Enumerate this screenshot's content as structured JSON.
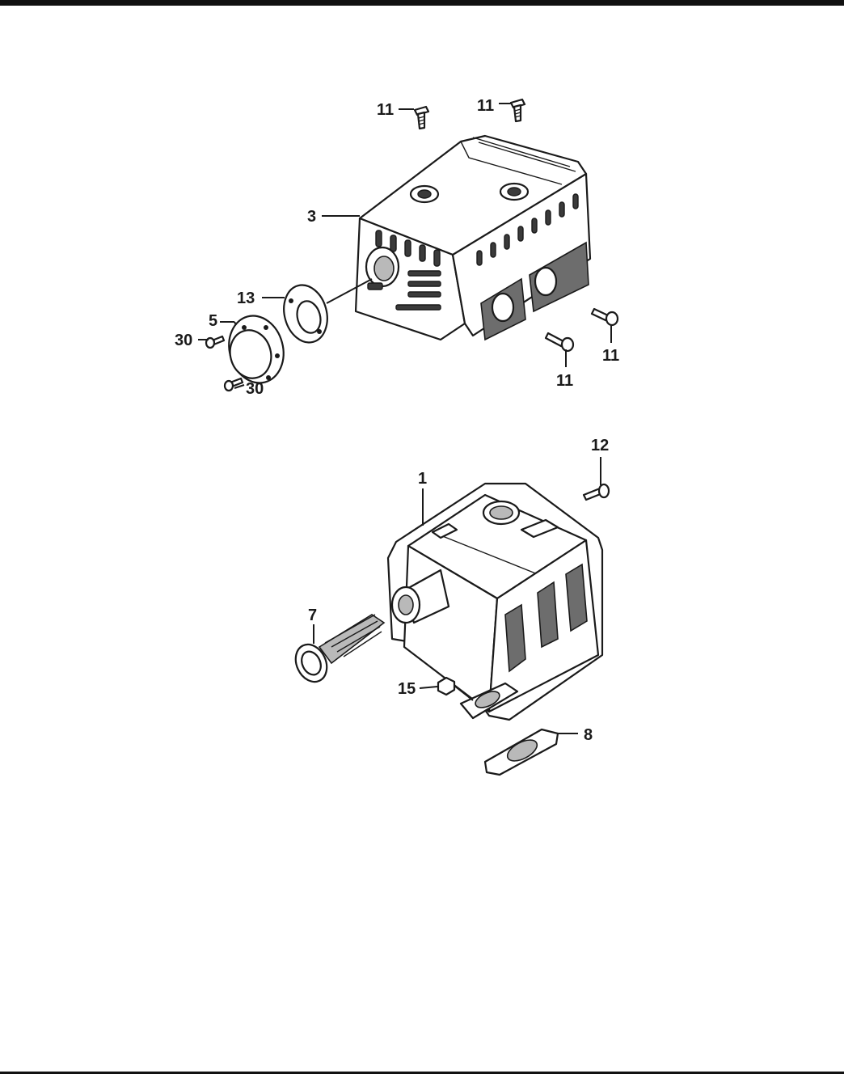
{
  "callouts": {
    "c11a": "11",
    "c11b": "11",
    "c3": "3",
    "c13": "13",
    "c5": "5",
    "c30a": "30",
    "c30b": "30",
    "c11c": "11",
    "c11d": "11",
    "c12": "12",
    "c1": "1",
    "c7": "7",
    "c15": "15",
    "c8": "8"
  },
  "colors": {
    "ink": "#1a1a1a",
    "shade": "#6d6d6d",
    "background": "#ffffff"
  }
}
